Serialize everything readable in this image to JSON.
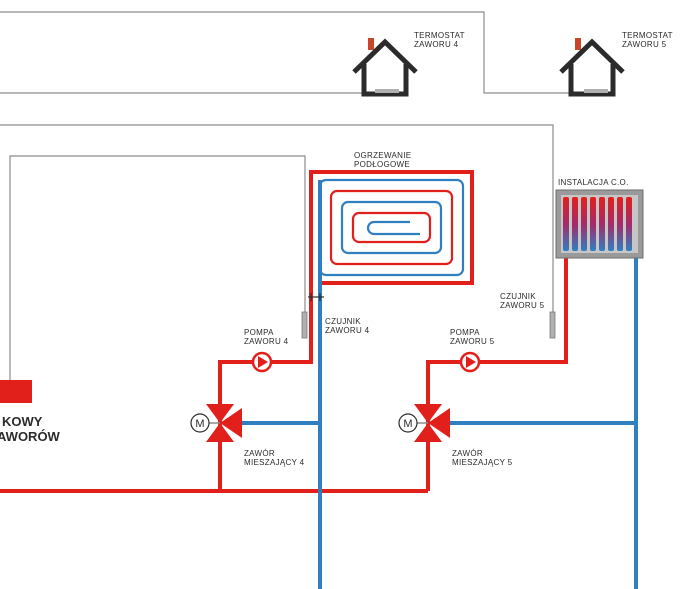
{
  "colors": {
    "hot": "#e1201c",
    "cold": "#2f7fc1",
    "wire": "#8c8c8c",
    "house": "#2b2b2b",
    "chimney": "#c9462a",
    "sensor": "#b0b0b0"
  },
  "icons": {
    "thermostat": "house-icon",
    "pump": "pump-icon",
    "valve": "three-way-valve-icon",
    "radiator": "radiator-icon",
    "sensor": "temperature-sensor-icon",
    "motor": "motor-m-icon"
  },
  "labels": {
    "thermostat4": [
      "TERMOSTAT",
      "ZAWORU 4"
    ],
    "thermostat5": [
      "TERMOSTAT",
      "ZAWORU 5"
    ],
    "floor_heating": [
      "OGRZEWANIE",
      "PODŁOGOWE"
    ],
    "installation": "INSTALACJA C.O.",
    "sensor4": [
      "CZUJNIK",
      "ZAWORU 4"
    ],
    "sensor5": [
      "CZUJNIK",
      "ZAWORU 5"
    ],
    "pump4": [
      "POMPA",
      "ZAWORU 4"
    ],
    "pump5": [
      "POMPA",
      "ZAWORU 5"
    ],
    "valve4": [
      "ZAWÓR",
      "MIESZAJĄCY 4"
    ],
    "valve5": [
      "ZAWÓR",
      "MIESZAJĄCY 5"
    ],
    "motor": "M",
    "controller": [
      "KOWY",
      "AWORÓW"
    ]
  }
}
